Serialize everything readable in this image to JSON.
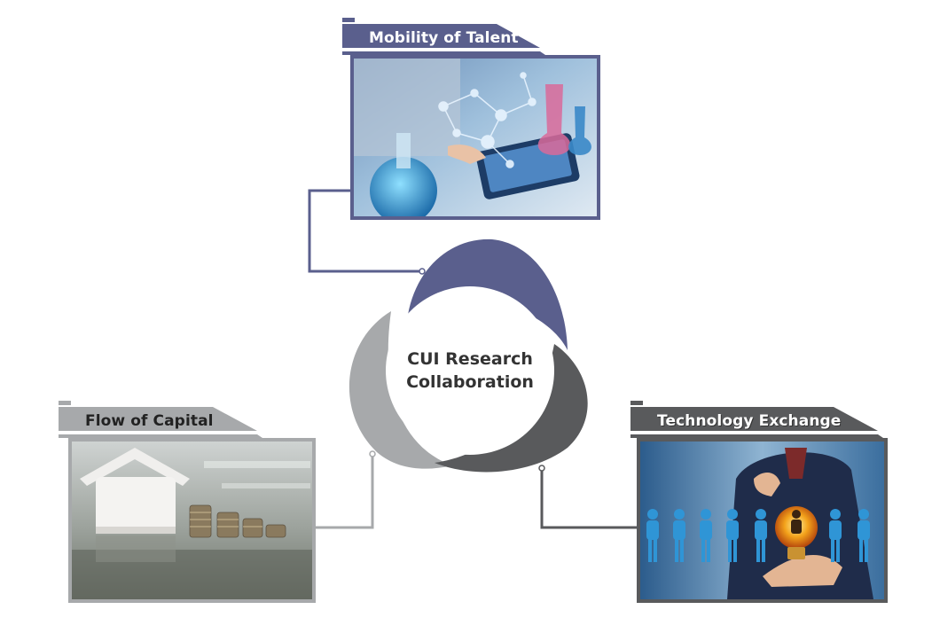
{
  "center": {
    "line1": "CUI Research",
    "line2": "Collaboration"
  },
  "nodes": {
    "talent": {
      "label": "Mobility of Talent",
      "color": "#5a5f8d"
    },
    "capital": {
      "label": "Flow of Capital",
      "color": "#a7a9ab"
    },
    "technology": {
      "label": "Technology Exchange",
      "color": "#595a5c"
    }
  },
  "colors": {
    "ring_top": "#5a5f8d",
    "ring_left": "#a7a9ab",
    "ring_right": "#595a5c"
  }
}
